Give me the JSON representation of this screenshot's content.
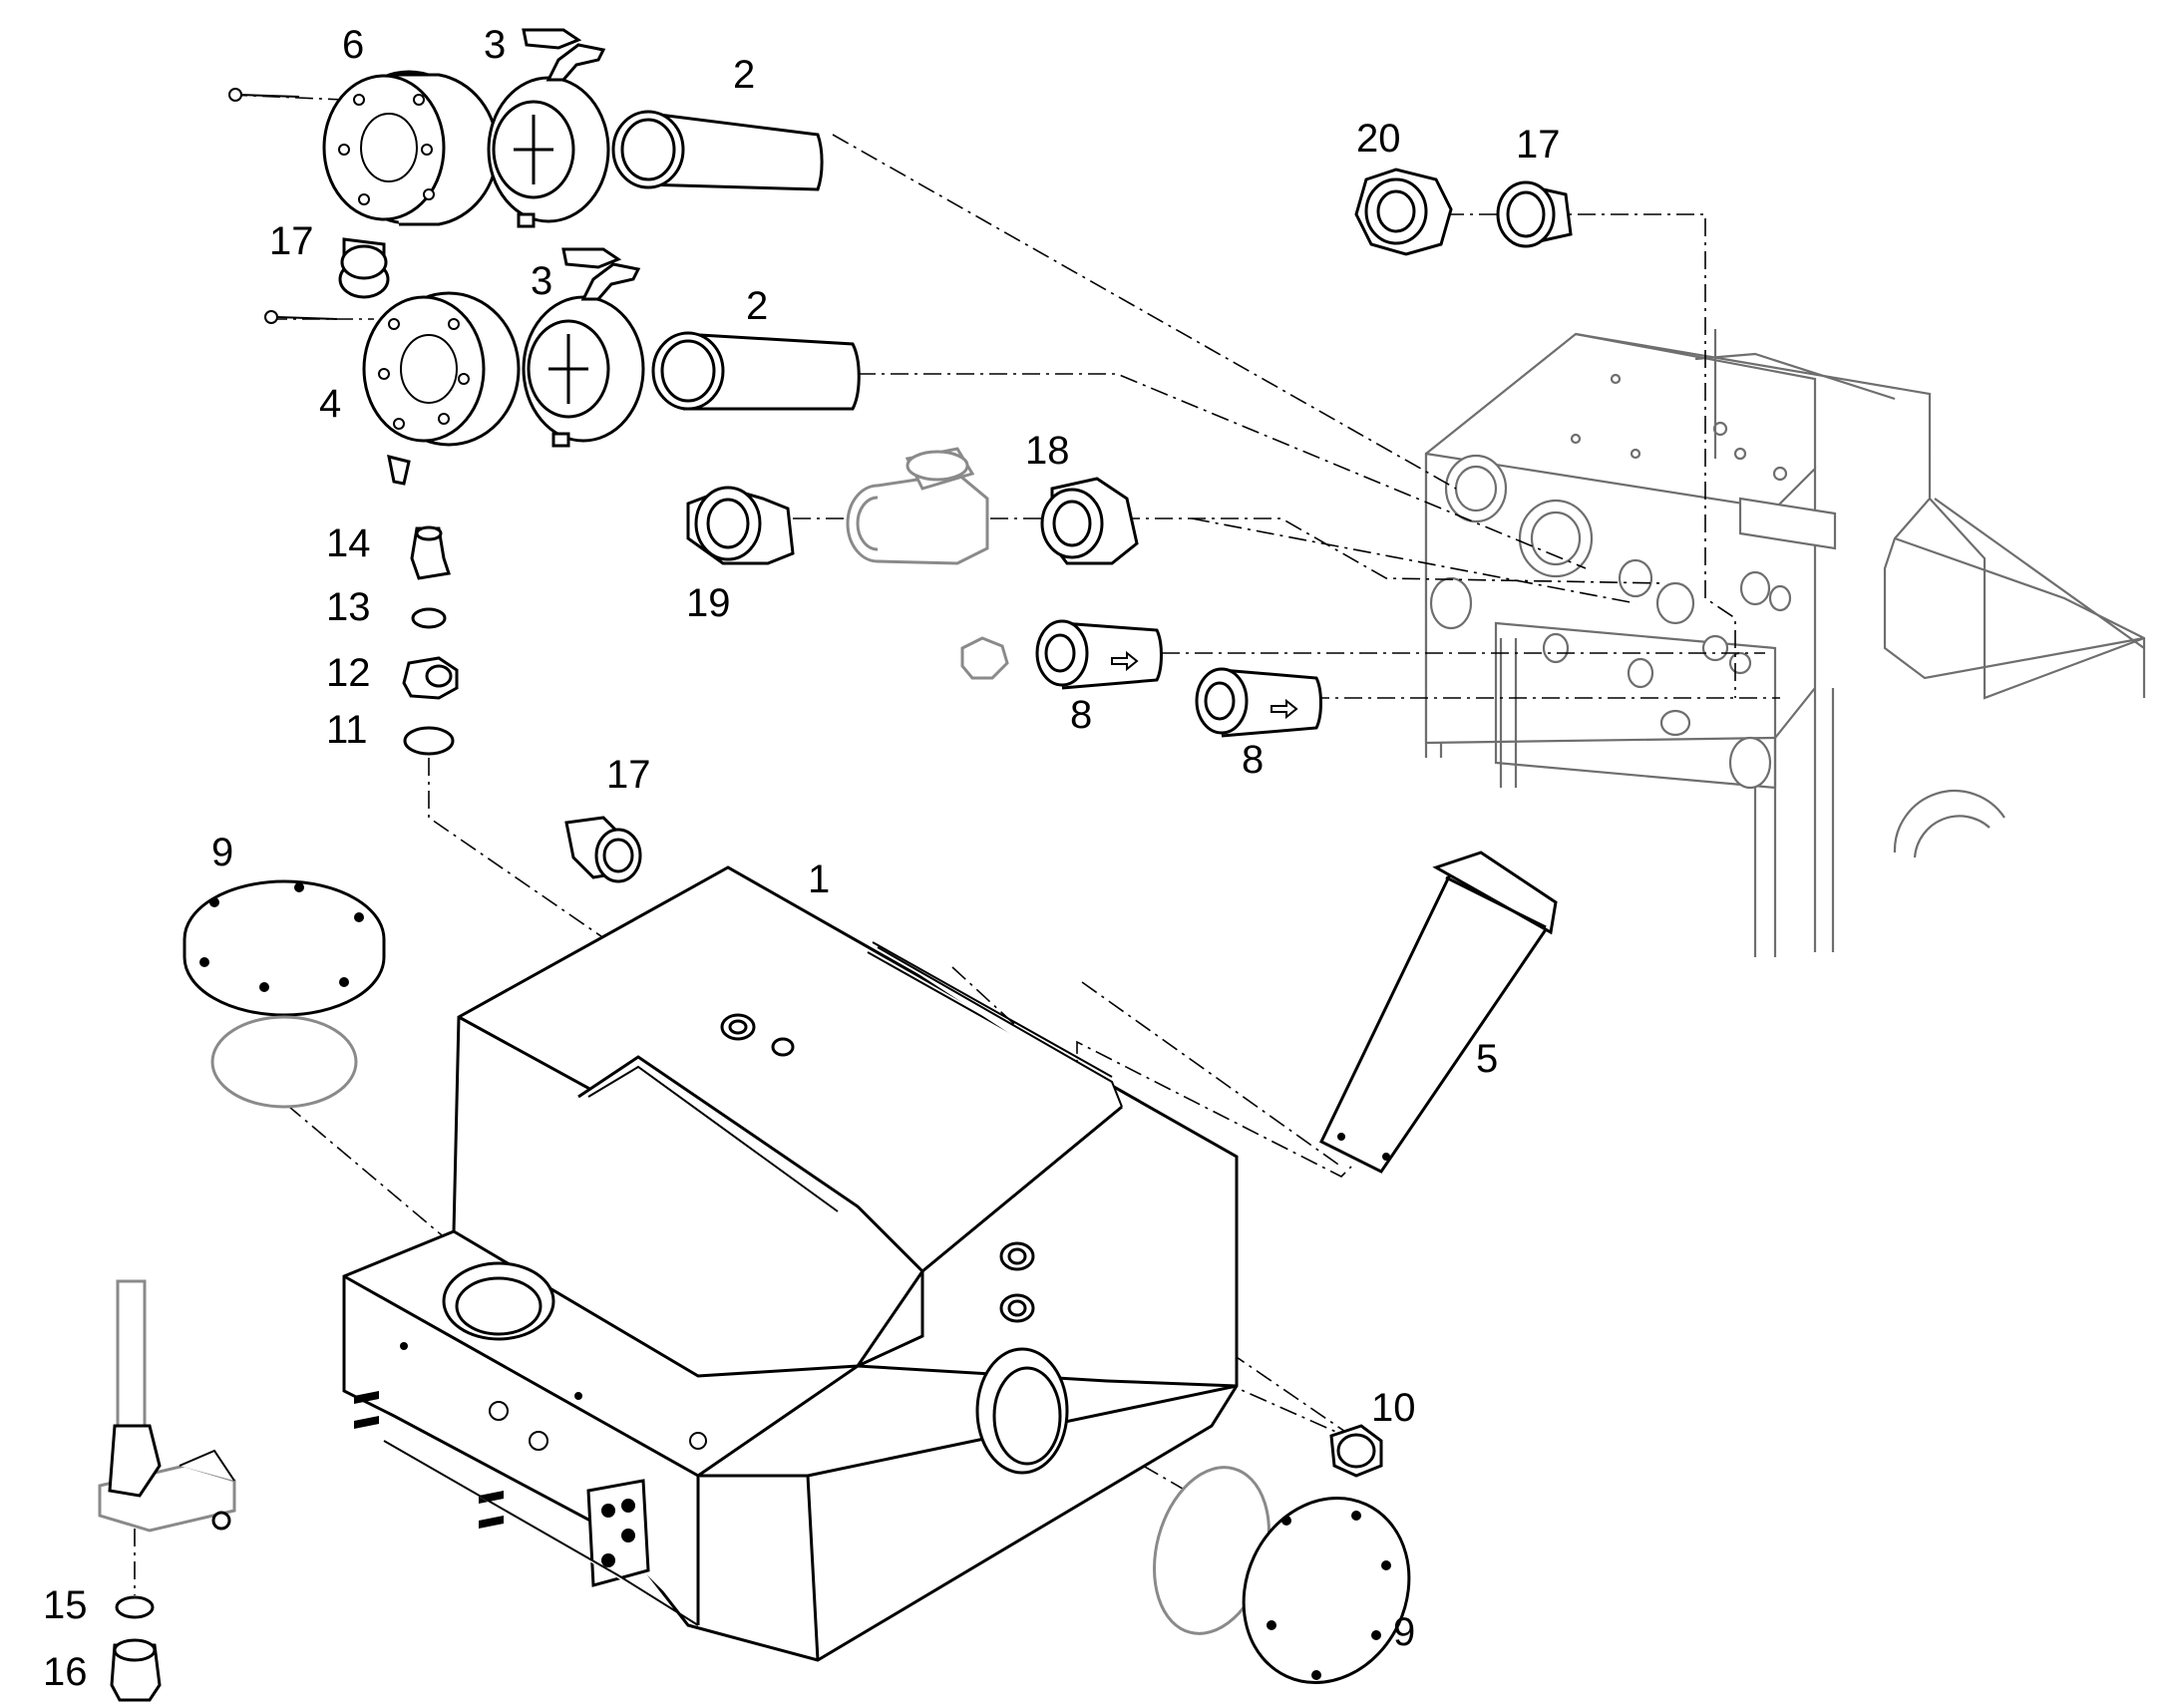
{
  "diagram": {
    "callouts": [
      {
        "id": "c6",
        "text": "6"
      },
      {
        "id": "c3a",
        "text": "3"
      },
      {
        "id": "c2a",
        "text": "2"
      },
      {
        "id": "c17a",
        "text": "17"
      },
      {
        "id": "c3b",
        "text": "3"
      },
      {
        "id": "c2b",
        "text": "2"
      },
      {
        "id": "c4",
        "text": "4"
      },
      {
        "id": "c20",
        "text": "20"
      },
      {
        "id": "c17b",
        "text": "17"
      },
      {
        "id": "c18",
        "text": "18"
      },
      {
        "id": "c19",
        "text": "19"
      },
      {
        "id": "c14",
        "text": "14"
      },
      {
        "id": "c13",
        "text": "13"
      },
      {
        "id": "c12",
        "text": "12"
      },
      {
        "id": "c11",
        "text": "11"
      },
      {
        "id": "c8a",
        "text": "8"
      },
      {
        "id": "c8b",
        "text": "8"
      },
      {
        "id": "c17c",
        "text": "17"
      },
      {
        "id": "c1",
        "text": "1"
      },
      {
        "id": "c9a",
        "text": "9"
      },
      {
        "id": "c5",
        "text": "5"
      },
      {
        "id": "c10",
        "text": "10"
      },
      {
        "id": "c9b",
        "text": "9"
      },
      {
        "id": "c15",
        "text": "15"
      },
      {
        "id": "c16",
        "text": "16"
      }
    ],
    "colors": {
      "line": "#000000",
      "machine": "#6e6e6e",
      "background": "#ffffff"
    }
  }
}
